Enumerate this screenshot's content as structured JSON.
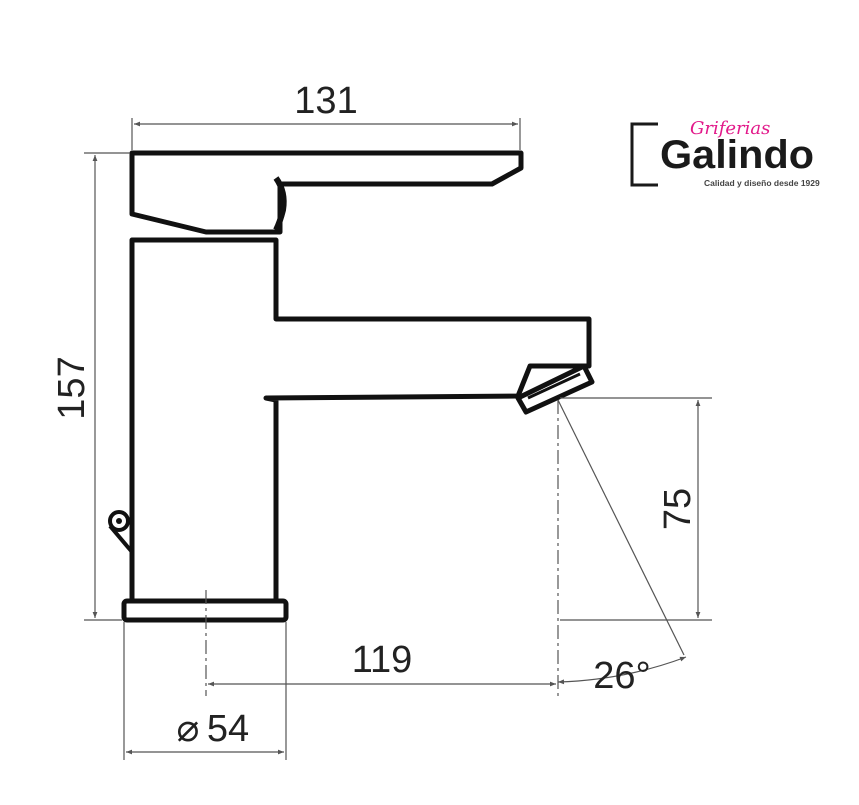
{
  "dimensions": {
    "width_top": "131",
    "height_total": "157",
    "spout_height": "75",
    "spout_reach": "119",
    "angle": "26°",
    "base_diameter": "54",
    "diameter_symbol": "⌀"
  },
  "brand": {
    "script": "Griferias",
    "name": "Galindo",
    "tagline": "Calidad y diseño desde 1929",
    "accent_color": "#e2198a"
  }
}
